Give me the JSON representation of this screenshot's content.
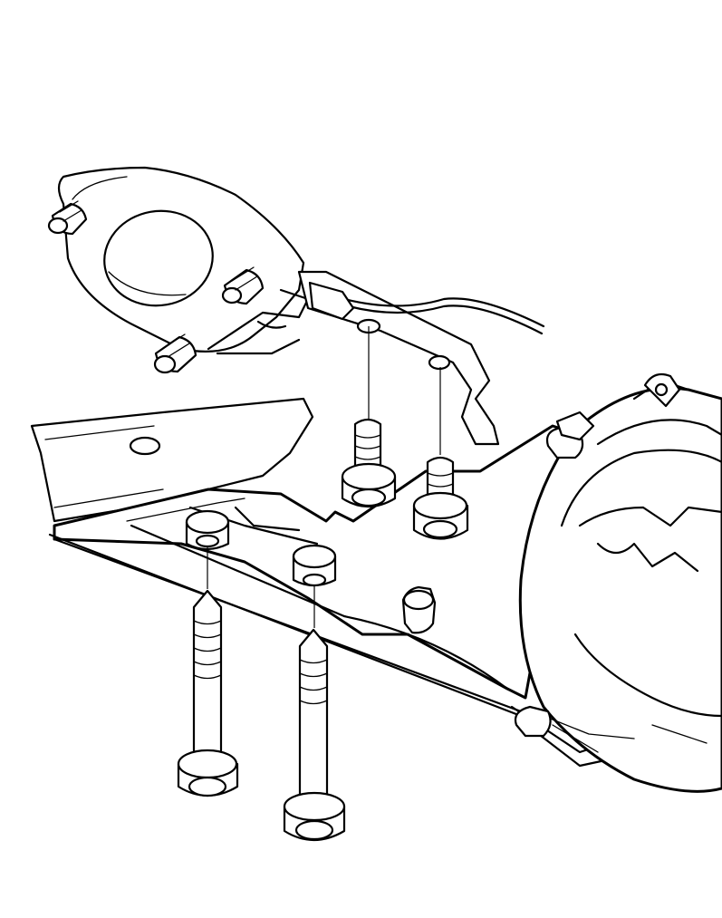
{
  "drawing": {
    "stroke_color": "#000000",
    "background_color": "#ffffff"
  },
  "components": {
    "exhaust_flange_studs": 3,
    "short_bolts_upper": 2,
    "long_bolts_lower": 2,
    "bolt_holes_bracket": 2
  }
}
